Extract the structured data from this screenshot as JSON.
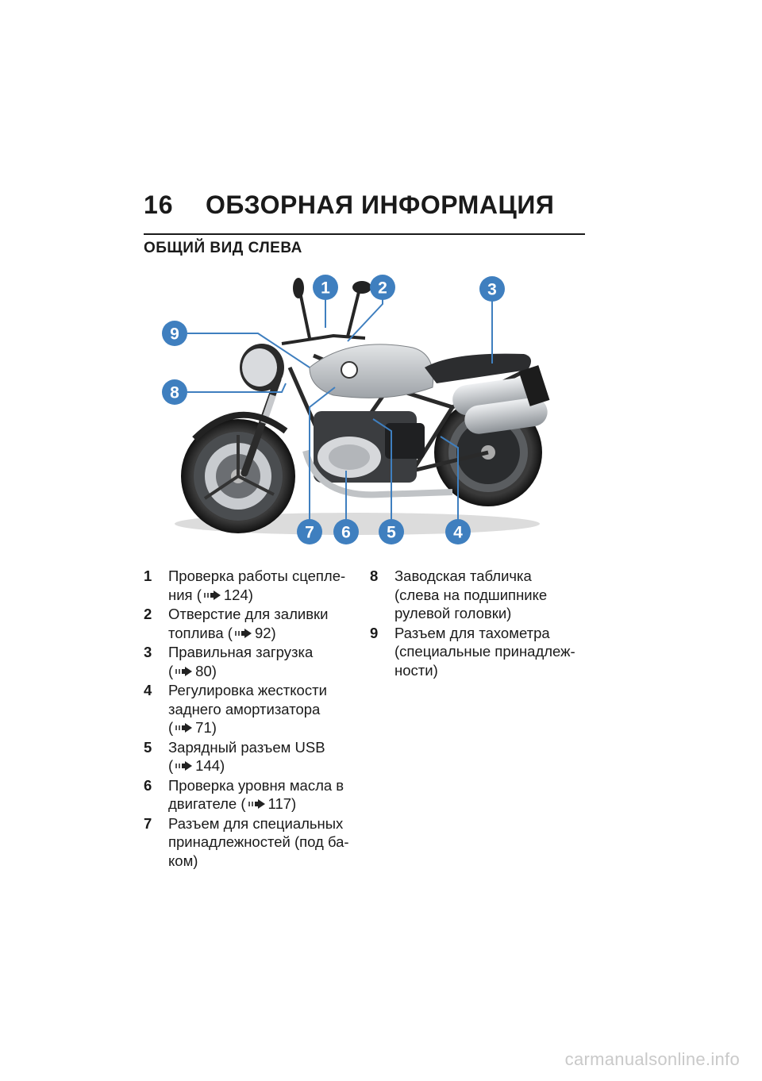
{
  "header": {
    "page_number": "16",
    "chapter_title": "ОБЗОРНАЯ ИНФОРМАЦИЯ"
  },
  "section_title": "ОБЩИЙ ВИД СЛЕВА",
  "figure": {
    "callouts": [
      "1",
      "2",
      "3",
      "4",
      "5",
      "6",
      "7",
      "8",
      "9"
    ]
  },
  "items_left": [
    {
      "num": "1",
      "text": "Проверка работы сцепле-ния",
      "ref": "124)"
    },
    {
      "num": "2",
      "text": "Отверстие для заливки топлива",
      "ref": "92)"
    },
    {
      "num": "3",
      "text": "Правильная загрузка",
      "ref": "80)"
    },
    {
      "num": "4",
      "text": "Регулировка жесткости заднего амортизатора",
      "ref": "71)"
    },
    {
      "num": "5",
      "text": "Зарядный разъем USB",
      "ref": "144)"
    },
    {
      "num": "6",
      "text": "Проверка уровня масла в двигателе",
      "ref": "117)"
    },
    {
      "num": "7",
      "text": "Разъем для специальных принадлежностей (под ба-ком)",
      "ref": ""
    }
  ],
  "items_right": [
    {
      "num": "8",
      "text": "Заводская табличка (слева на подшипнике рулевой головки)",
      "ref": ""
    },
    {
      "num": "9",
      "text": "Разъем для тахометра (специальные принадлеж-ности)",
      "ref": ""
    }
  ],
  "watermark": "carmanualsonline.info"
}
